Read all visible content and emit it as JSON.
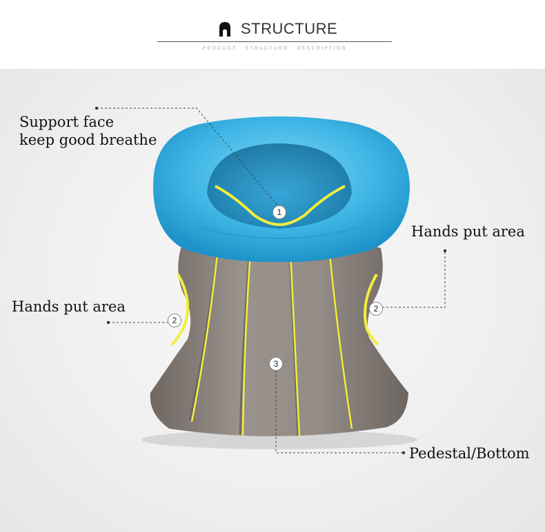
{
  "header": {
    "title": "STRUCTURE",
    "subtitle": "PRODUCT  STRUCTURE  DESCRIPTION"
  },
  "callouts": {
    "support": {
      "line1": "Support face",
      "line2": "keep good breathe",
      "marker": "1"
    },
    "hands_right": {
      "text": "Hands put area",
      "marker": "2"
    },
    "hands_left": {
      "text": "Hands put area",
      "marker": "2"
    },
    "pedestal": {
      "text": "Pedestal/Bottom",
      "marker": "3"
    }
  },
  "colors": {
    "cushion": "#3fb6e6",
    "pedestal": "#8f8781",
    "highlight": "#f3ee3c",
    "leader": "#444444"
  }
}
